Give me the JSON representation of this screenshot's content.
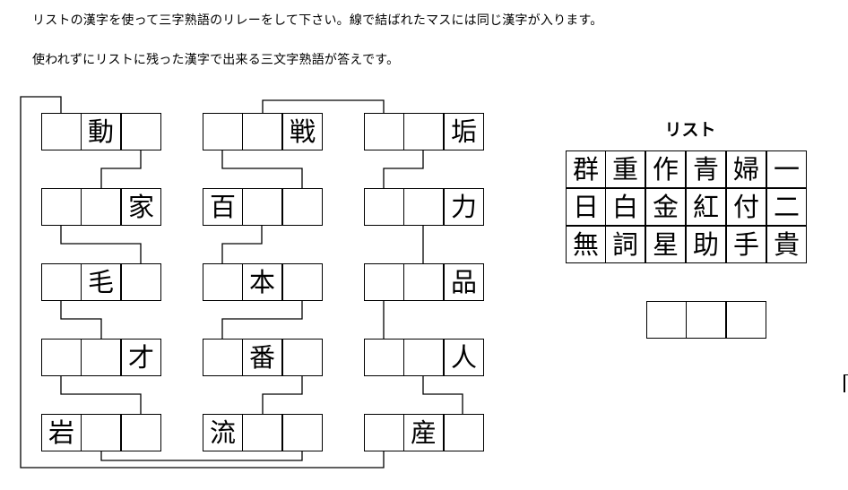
{
  "instructions": {
    "line1": "リストの漢字を使って三字熟語のリレーをして下さい。線で結ばれたマスには同じ漢字が入ります。",
    "line2": "使われずにリストに残った漢字で出来る三文字熟語が答えです。"
  },
  "puzzle": {
    "columns": [
      {
        "rows": [
          [
            "",
            "動",
            ""
          ],
          [
            "",
            "",
            "家"
          ],
          [
            "",
            "毛",
            ""
          ],
          [
            "",
            "",
            "才"
          ],
          [
            "岩",
            "",
            ""
          ]
        ]
      },
      {
        "rows": [
          [
            "",
            "",
            "戦"
          ],
          [
            "百",
            "",
            ""
          ],
          [
            "",
            "本",
            ""
          ],
          [
            "",
            "番",
            ""
          ],
          [
            "流",
            "",
            ""
          ]
        ]
      },
      {
        "rows": [
          [
            "",
            "",
            "垢"
          ],
          [
            "",
            "",
            "力"
          ],
          [
            "",
            "",
            "品"
          ],
          [
            "",
            "",
            "人"
          ],
          [
            "",
            "産",
            ""
          ]
        ]
      }
    ]
  },
  "list": {
    "title": "リスト",
    "rows": [
      [
        "群",
        "重",
        "作",
        "青",
        "婦",
        "一"
      ],
      [
        "日",
        "白",
        "金",
        "紅",
        "付",
        "二"
      ],
      [
        "無",
        "詞",
        "星",
        "助",
        "手",
        "貴"
      ]
    ]
  },
  "answer": {
    "cells": [
      "",
      "",
      ""
    ]
  }
}
